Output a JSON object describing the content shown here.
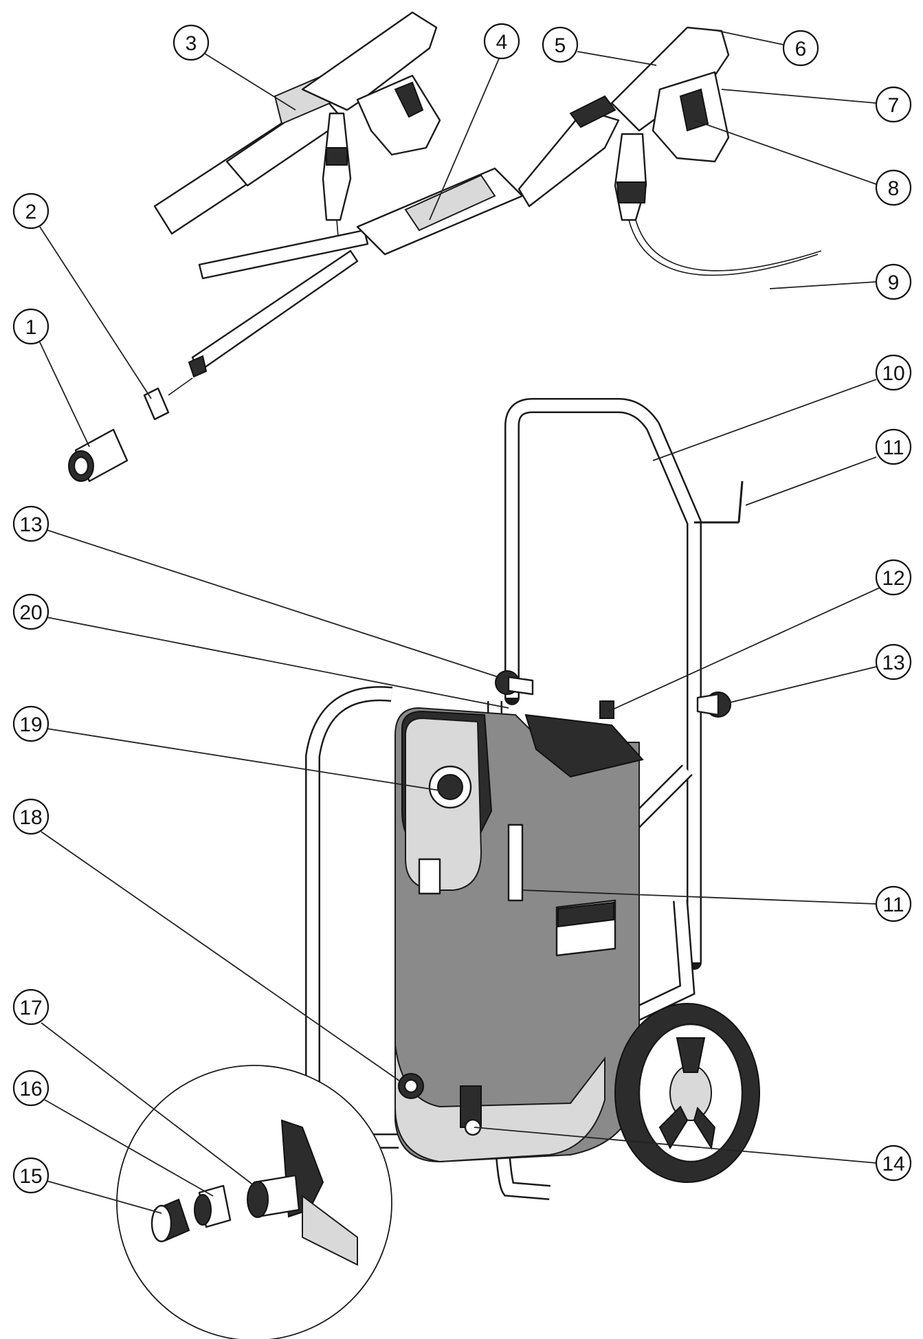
{
  "diagram": {
    "callouts": [
      {
        "id": "c1",
        "label": "1"
      },
      {
        "id": "c2",
        "label": "2"
      },
      {
        "id": "c3",
        "label": "3"
      },
      {
        "id": "c4",
        "label": "4"
      },
      {
        "id": "c5",
        "label": "5"
      },
      {
        "id": "c6",
        "label": "6"
      },
      {
        "id": "c7",
        "label": "7"
      },
      {
        "id": "c8",
        "label": "8"
      },
      {
        "id": "c9",
        "label": "9"
      },
      {
        "id": "c10",
        "label": "10"
      },
      {
        "id": "c11a",
        "label": "11"
      },
      {
        "id": "c13a",
        "label": "13"
      },
      {
        "id": "c12",
        "label": "12"
      },
      {
        "id": "c20",
        "label": "20"
      },
      {
        "id": "c13b",
        "label": "13"
      },
      {
        "id": "c19",
        "label": "19"
      },
      {
        "id": "c18",
        "label": "18"
      },
      {
        "id": "c11b",
        "label": "11"
      },
      {
        "id": "c17",
        "label": "17"
      },
      {
        "id": "c16",
        "label": "16"
      },
      {
        "id": "c14",
        "label": "14"
      },
      {
        "id": "c15",
        "label": "15"
      }
    ],
    "colors": {
      "line": "#111111",
      "body_dark": "#2c2c2c",
      "body_mid": "#8a8a8a",
      "background": "#ffffff"
    }
  }
}
